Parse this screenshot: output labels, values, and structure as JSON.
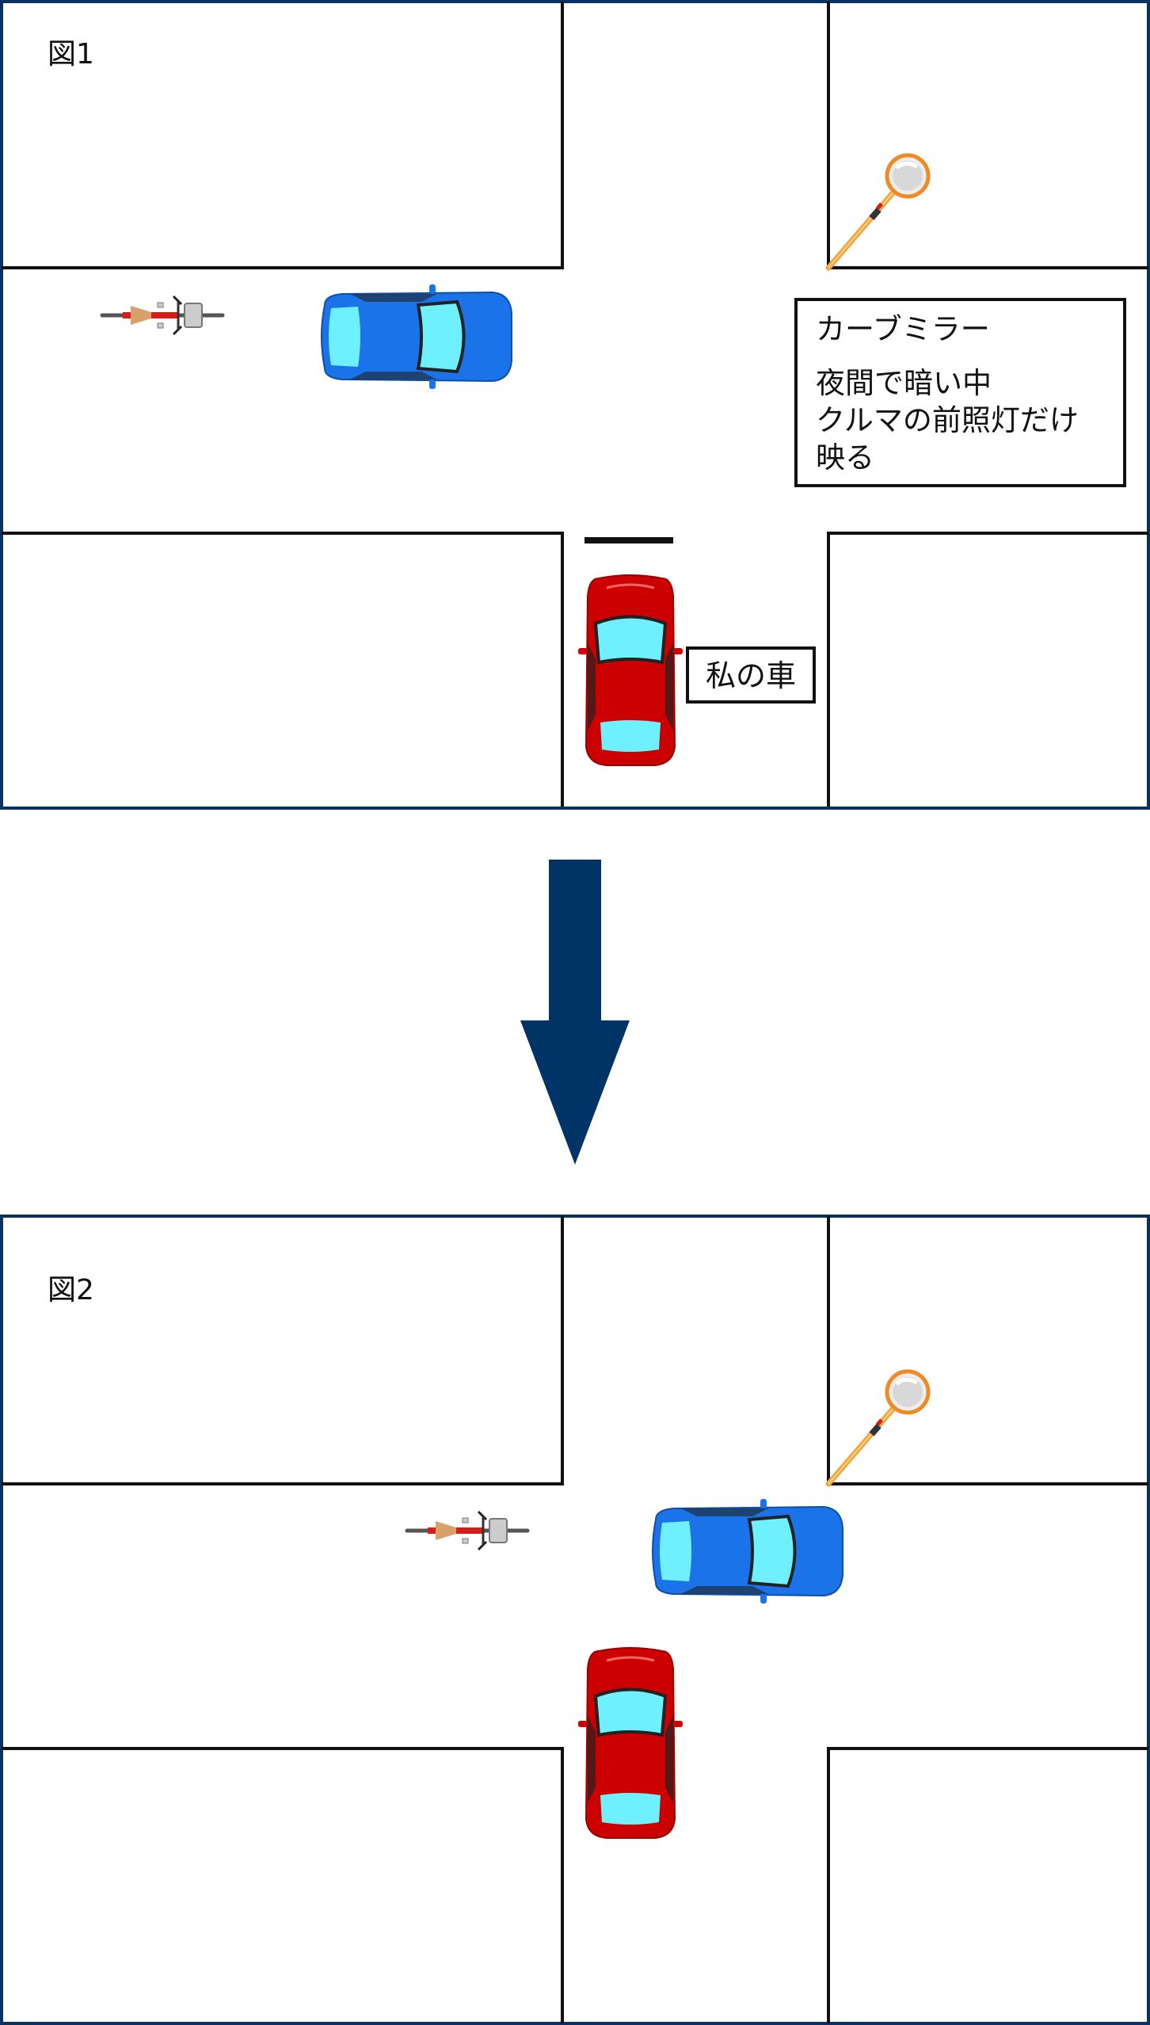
{
  "figure1": {
    "label": "図1",
    "callout_title": "カーブミラー",
    "callout_lines": [
      "夜間で暗い中",
      "クルマの前照灯だけ",
      "映る"
    ],
    "my_car_label": "私の車"
  },
  "figure2": {
    "label": "図2"
  },
  "colors": {
    "frame": "#08325f",
    "arrow": "#003366",
    "road_line": "#111111",
    "my_car": "#cc0000",
    "other_car": "#1a73e8",
    "glass": "#6ff0ff",
    "mirror_pole": "#f2a33a"
  },
  "icons": [
    "bicycle-icon",
    "blue-car-icon",
    "red-car-icon",
    "curve-mirror-icon",
    "down-arrow-icon"
  ]
}
